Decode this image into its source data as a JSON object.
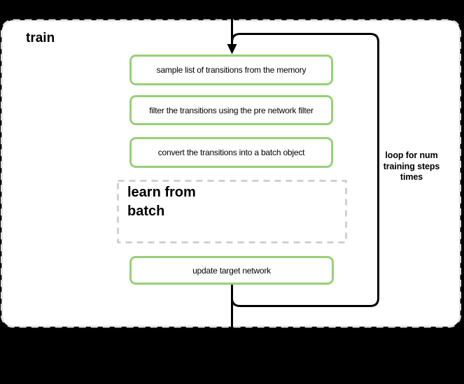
{
  "diagram": {
    "title": "train",
    "steps": [
      {
        "id": "sample",
        "label": "sample list of transitions from the memory"
      },
      {
        "id": "filter",
        "label": "filter the transitions using the pre network filter"
      },
      {
        "id": "convert",
        "label": "convert the transitions into a batch object"
      },
      {
        "id": "learn",
        "label": "learn from\nbatch"
      },
      {
        "id": "update",
        "label": "update target network"
      }
    ],
    "loop_label": "loop for num\ntraining steps\ntimes",
    "colors": {
      "background": "#000000",
      "container_fill": "#ffffff",
      "container_border": "#e3e3e3",
      "process_border": "#97d077",
      "process_fill": "#ffffff",
      "subprocess_border": "#c9c9c9",
      "connector": "#000000"
    }
  }
}
